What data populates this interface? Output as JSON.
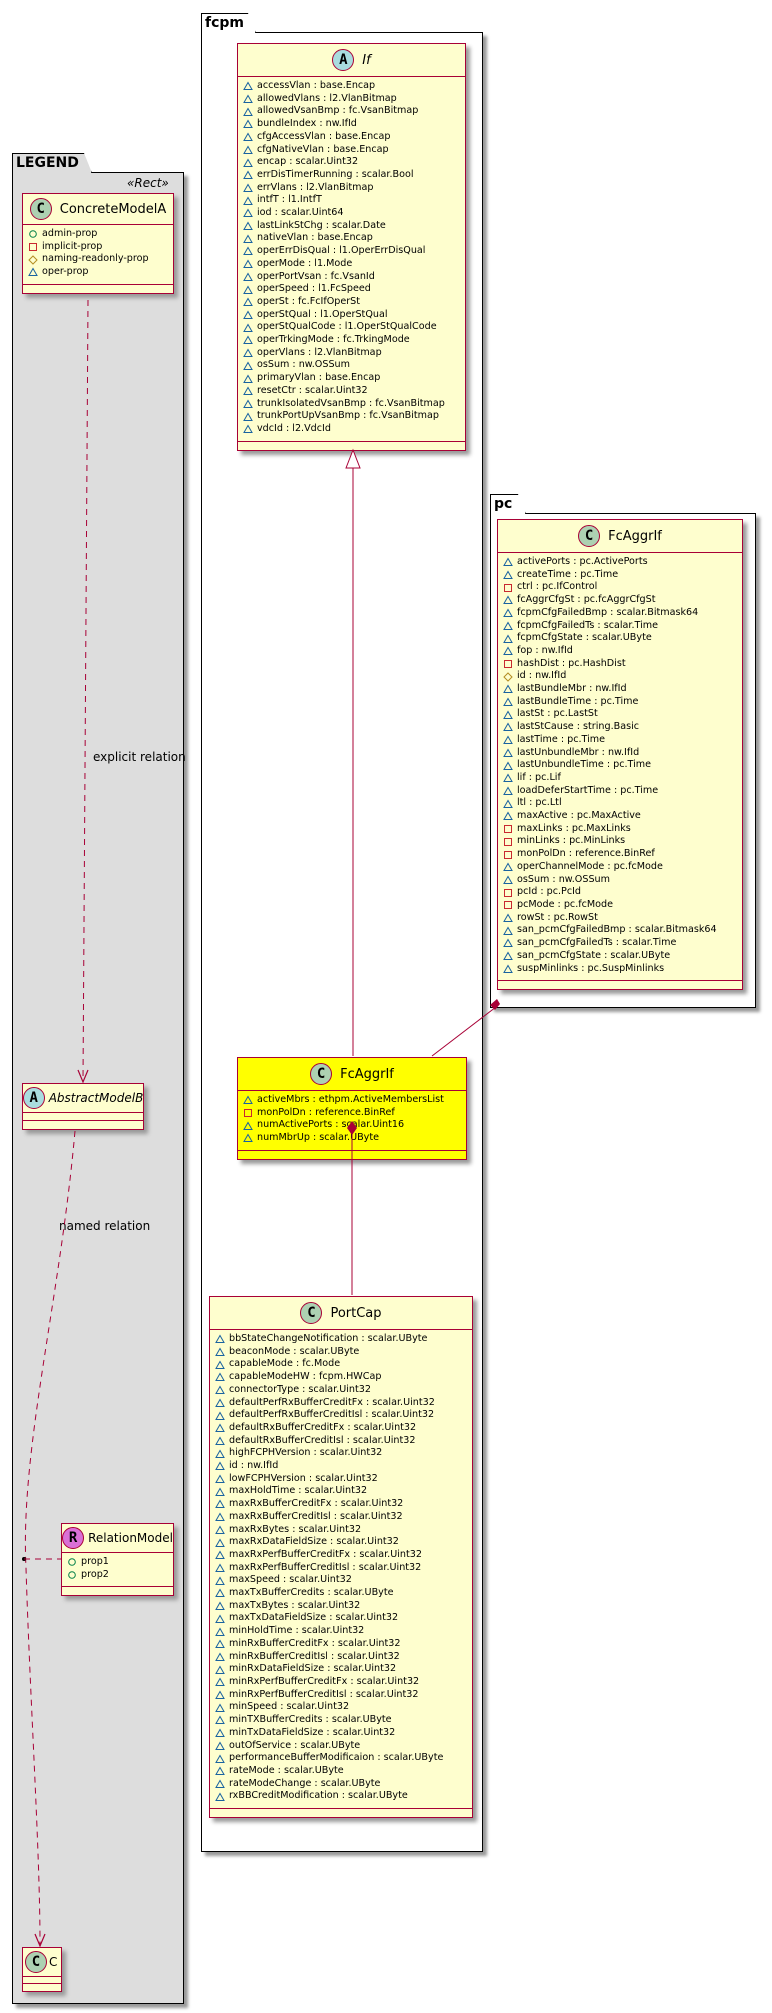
{
  "legend": {
    "title": "LEGEND",
    "stereotype": "«Rect»",
    "classes": {
      "concrete": {
        "name": "ConcreteModelA",
        "badge": "C",
        "attrs": [
          {
            "vis": "public",
            "text": "admin-prop"
          },
          {
            "vis": "private",
            "text": "implicit-prop"
          },
          {
            "vis": "protected",
            "text": "naming-readonly-prop"
          },
          {
            "vis": "package",
            "text": "oper-prop"
          }
        ]
      },
      "abstract": {
        "name": "AbstractModelB",
        "badge": "A"
      },
      "relation": {
        "name": "RelationModel",
        "badge": "R",
        "attrs": [
          {
            "vis": "public",
            "text": "prop1"
          },
          {
            "vis": "public",
            "text": "prop2"
          }
        ]
      },
      "c": {
        "name": "C",
        "badge": "C"
      }
    },
    "edge_labels": {
      "explicit": "explicit relation",
      "named": "named relation"
    }
  },
  "fcpm": {
    "title": "fcpm",
    "if_class": {
      "name": "If",
      "badge": "A",
      "attrs": [
        {
          "vis": "package",
          "text": "accessVlan : base.Encap"
        },
        {
          "vis": "package",
          "text": "allowedVlans : l2.VlanBitmap"
        },
        {
          "vis": "package",
          "text": "allowedVsanBmp : fc.VsanBitmap"
        },
        {
          "vis": "package",
          "text": "bundleIndex : nw.IfId"
        },
        {
          "vis": "package",
          "text": "cfgAccessVlan : base.Encap"
        },
        {
          "vis": "package",
          "text": "cfgNativeVlan : base.Encap"
        },
        {
          "vis": "package",
          "text": "encap : scalar.Uint32"
        },
        {
          "vis": "package",
          "text": "errDisTimerRunning : scalar.Bool"
        },
        {
          "vis": "package",
          "text": "errVlans : l2.VlanBitmap"
        },
        {
          "vis": "package",
          "text": "intfT : l1.IntfT"
        },
        {
          "vis": "package",
          "text": "iod : scalar.Uint64"
        },
        {
          "vis": "package",
          "text": "lastLinkStChg : scalar.Date"
        },
        {
          "vis": "package",
          "text": "nativeVlan : base.Encap"
        },
        {
          "vis": "package",
          "text": "operErrDisQual : l1.OperErrDisQual"
        },
        {
          "vis": "package",
          "text": "operMode : l1.Mode"
        },
        {
          "vis": "package",
          "text": "operPortVsan : fc.VsanId"
        },
        {
          "vis": "package",
          "text": "operSpeed : l1.FcSpeed"
        },
        {
          "vis": "package",
          "text": "operSt : fc.FcIfOperSt"
        },
        {
          "vis": "package",
          "text": "operStQual : l1.OperStQual"
        },
        {
          "vis": "package",
          "text": "operStQualCode : l1.OperStQualCode"
        },
        {
          "vis": "package",
          "text": "operTrkingMode : fc.TrkingMode"
        },
        {
          "vis": "package",
          "text": "operVlans : l2.VlanBitmap"
        },
        {
          "vis": "package",
          "text": "osSum : nw.OSSum"
        },
        {
          "vis": "package",
          "text": "primaryVlan : base.Encap"
        },
        {
          "vis": "package",
          "text": "resetCtr : scalar.Uint32"
        },
        {
          "vis": "package",
          "text": "trunkIsolatedVsanBmp : fc.VsanBitmap"
        },
        {
          "vis": "package",
          "text": "trunkPortUpVsanBmp : fc.VsanBitmap"
        },
        {
          "vis": "package",
          "text": "vdcId : l2.VdcId"
        }
      ]
    },
    "fcaggrif": {
      "name": "FcAggrIf",
      "badge": "C",
      "attrs": [
        {
          "vis": "package",
          "text": "activeMbrs : ethpm.ActiveMembersList"
        },
        {
          "vis": "private",
          "text": "monPolDn : reference.BinRef"
        },
        {
          "vis": "package",
          "text": "numActivePorts : scalar.Uint16"
        },
        {
          "vis": "package",
          "text": "numMbrUp : scalar.UByte"
        }
      ]
    },
    "portcap": {
      "name": "PortCap",
      "badge": "C",
      "attrs": [
        {
          "vis": "package",
          "text": "bbStateChangeNotification : scalar.UByte"
        },
        {
          "vis": "package",
          "text": "beaconMode : scalar.UByte"
        },
        {
          "vis": "package",
          "text": "capableMode : fc.Mode"
        },
        {
          "vis": "package",
          "text": "capableModeHW : fcpm.HWCap"
        },
        {
          "vis": "package",
          "text": "connectorType : scalar.Uint32"
        },
        {
          "vis": "package",
          "text": "defaultPerfRxBufferCreditFx : scalar.Uint32"
        },
        {
          "vis": "package",
          "text": "defaultPerfRxBufferCreditIsl : scalar.Uint32"
        },
        {
          "vis": "package",
          "text": "defaultRxBufferCreditFx : scalar.Uint32"
        },
        {
          "vis": "package",
          "text": "defaultRxBufferCreditIsl : scalar.Uint32"
        },
        {
          "vis": "package",
          "text": "highFCPHVersion : scalar.Uint32"
        },
        {
          "vis": "package",
          "text": "id : nw.IfId"
        },
        {
          "vis": "package",
          "text": "lowFCPHVersion : scalar.Uint32"
        },
        {
          "vis": "package",
          "text": "maxHoldTime : scalar.Uint32"
        },
        {
          "vis": "package",
          "text": "maxRxBufferCreditFx : scalar.Uint32"
        },
        {
          "vis": "package",
          "text": "maxRxBufferCreditIsl : scalar.Uint32"
        },
        {
          "vis": "package",
          "text": "maxRxBytes : scalar.Uint32"
        },
        {
          "vis": "package",
          "text": "maxRxDataFieldSize : scalar.Uint32"
        },
        {
          "vis": "package",
          "text": "maxRxPerfBufferCreditFx : scalar.Uint32"
        },
        {
          "vis": "package",
          "text": "maxRxPerfBufferCreditIsl : scalar.Uint32"
        },
        {
          "vis": "package",
          "text": "maxSpeed : scalar.Uint32"
        },
        {
          "vis": "package",
          "text": "maxTxBufferCredits : scalar.UByte"
        },
        {
          "vis": "package",
          "text": "maxTxBytes : scalar.Uint32"
        },
        {
          "vis": "package",
          "text": "maxTxDataFieldSize : scalar.Uint32"
        },
        {
          "vis": "package",
          "text": "minHoldTime : scalar.Uint32"
        },
        {
          "vis": "package",
          "text": "minRxBufferCreditFx : scalar.Uint32"
        },
        {
          "vis": "package",
          "text": "minRxBufferCreditIsl : scalar.Uint32"
        },
        {
          "vis": "package",
          "text": "minRxDataFieldSize : scalar.Uint32"
        },
        {
          "vis": "package",
          "text": "minRxPerfBufferCreditFx : scalar.Uint32"
        },
        {
          "vis": "package",
          "text": "minRxPerfBufferCreditIsl : scalar.Uint32"
        },
        {
          "vis": "package",
          "text": "minSpeed : scalar.Uint32"
        },
        {
          "vis": "package",
          "text": "minTXBufferCredits : scalar.UByte"
        },
        {
          "vis": "package",
          "text": "minTxDataFieldSize : scalar.Uint32"
        },
        {
          "vis": "package",
          "text": "outOfService : scalar.UByte"
        },
        {
          "vis": "package",
          "text": "performanceBufferModificaion : scalar.UByte"
        },
        {
          "vis": "package",
          "text": "rateMode : scalar.UByte"
        },
        {
          "vis": "package",
          "text": "rateModeChange : scalar.UByte"
        },
        {
          "vis": "package",
          "text": "rxBBCreditModification : scalar.UByte"
        }
      ]
    }
  },
  "pc": {
    "title": "pc",
    "fcaggrif": {
      "name": "FcAggrIf",
      "badge": "C",
      "attrs": [
        {
          "vis": "package",
          "text": "activePorts : pc.ActivePorts"
        },
        {
          "vis": "package",
          "text": "createTime : pc.Time"
        },
        {
          "vis": "private",
          "text": "ctrl : pc.IfControl"
        },
        {
          "vis": "package",
          "text": "fcAggrCfgSt : pc.fcAggrCfgSt"
        },
        {
          "vis": "package",
          "text": "fcpmCfgFailedBmp : scalar.Bitmask64"
        },
        {
          "vis": "package",
          "text": "fcpmCfgFailedTs : scalar.Time"
        },
        {
          "vis": "package",
          "text": "fcpmCfgState : scalar.UByte"
        },
        {
          "vis": "package",
          "text": "fop : nw.IfId"
        },
        {
          "vis": "private",
          "text": "hashDist : pc.HashDist"
        },
        {
          "vis": "protected",
          "text": "id : nw.IfId"
        },
        {
          "vis": "package",
          "text": "lastBundleMbr : nw.IfId"
        },
        {
          "vis": "package",
          "text": "lastBundleTime : pc.Time"
        },
        {
          "vis": "package",
          "text": "lastSt : pc.LastSt"
        },
        {
          "vis": "package",
          "text": "lastStCause : string.Basic"
        },
        {
          "vis": "package",
          "text": "lastTime : pc.Time"
        },
        {
          "vis": "package",
          "text": "lastUnbundleMbr : nw.IfId"
        },
        {
          "vis": "package",
          "text": "lastUnbundleTime : pc.Time"
        },
        {
          "vis": "package",
          "text": "lif : pc.Lif"
        },
        {
          "vis": "package",
          "text": "loadDeferStartTime : pc.Time"
        },
        {
          "vis": "package",
          "text": "ltl : pc.Ltl"
        },
        {
          "vis": "package",
          "text": "maxActive : pc.MaxActive"
        },
        {
          "vis": "private",
          "text": "maxLinks : pc.MaxLinks"
        },
        {
          "vis": "private",
          "text": "minLinks : pc.MinLinks"
        },
        {
          "vis": "private",
          "text": "monPolDn : reference.BinRef"
        },
        {
          "vis": "package",
          "text": "operChannelMode : pc.fcMode"
        },
        {
          "vis": "package",
          "text": "osSum : nw.OSSum"
        },
        {
          "vis": "private",
          "text": "pcId : pc.PcId"
        },
        {
          "vis": "private",
          "text": "pcMode : pc.fcMode"
        },
        {
          "vis": "package",
          "text": "rowSt : pc.RowSt"
        },
        {
          "vis": "package",
          "text": "san_pcmCfgFailedBmp : scalar.Bitmask64"
        },
        {
          "vis": "package",
          "text": "san_pcmCfgFailedTs : scalar.Time"
        },
        {
          "vis": "package",
          "text": "san_pcmCfgState : scalar.UByte"
        },
        {
          "vis": "package",
          "text": "suspMinlinks : pc.SuspMinlinks"
        }
      ]
    }
  },
  "colors": {
    "border": "#a80036",
    "class_bg": "#fefece",
    "highlight_bg": "#ffff00",
    "legend_bg": "#dddddd",
    "badge_c": "#add1b2",
    "badge_a": "#a9dcdf",
    "badge_r": "#da70d6"
  }
}
